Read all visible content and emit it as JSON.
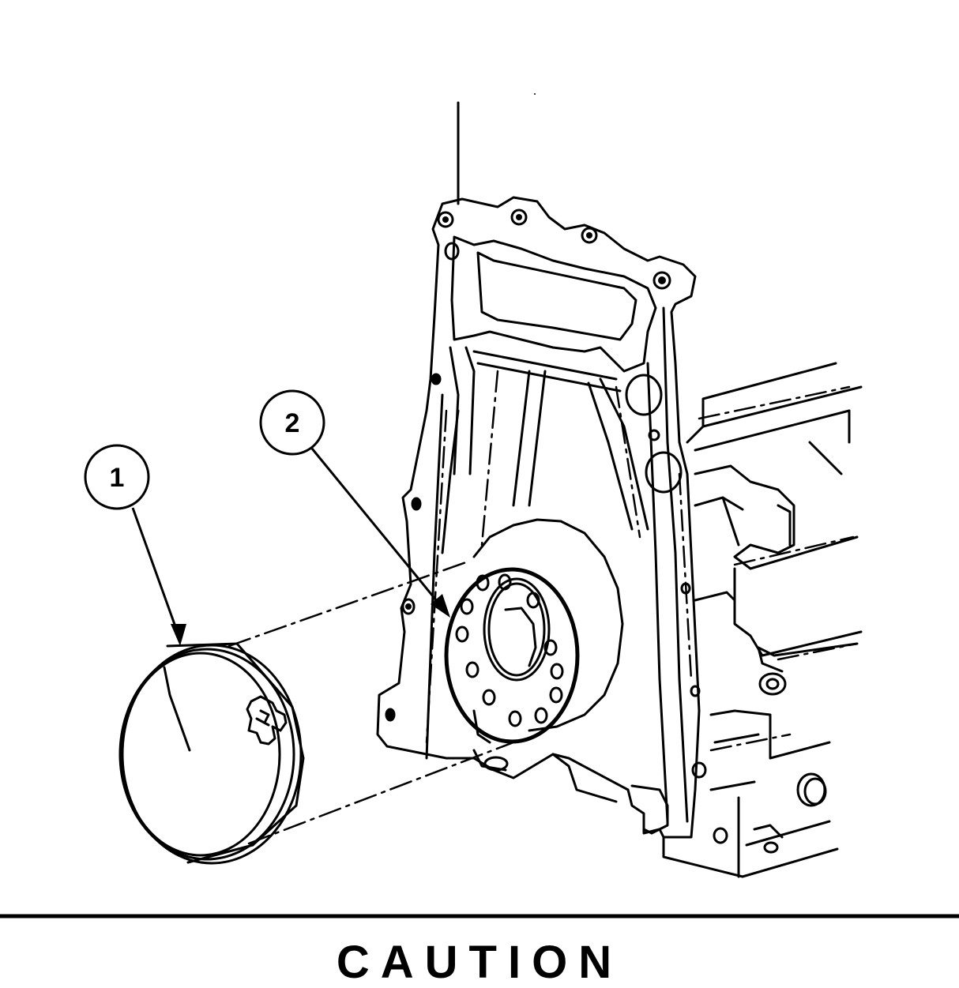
{
  "figure": {
    "callouts": [
      {
        "number": "1",
        "part": "ring"
      },
      {
        "number": "2",
        "part": "crankshaft-flange"
      }
    ]
  },
  "footer": {
    "caution_heading": "CAUTION"
  },
  "colors": {
    "ink": "#000000",
    "paper": "#ffffff"
  }
}
